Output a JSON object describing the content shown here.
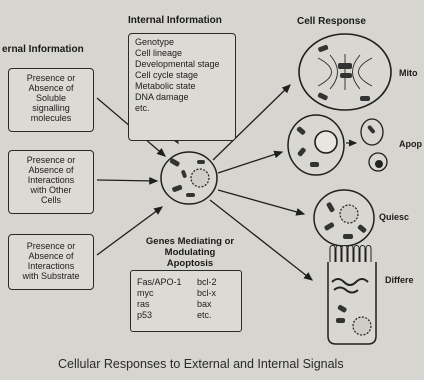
{
  "headings": {
    "external": "ernal Information",
    "internal": "Internal Information",
    "cell_response": "Cell Response",
    "genes": "Genes Mediating or Modulating Apoptosis"
  },
  "external_boxes": [
    [
      "Presence or",
      "Absence of",
      "Soluble",
      "signalling",
      "molecules"
    ],
    [
      "Presence or",
      "Absence of",
      "Interactions",
      "with Other",
      "Cells"
    ],
    [
      "Presence or",
      "Absence of",
      "Interactions",
      "with Substrate"
    ]
  ],
  "internal_items": [
    "Genotype",
    "Cell lineage",
    "Developmental stage",
    "Cell cycle stage",
    "Metabolic state",
    "DNA damage",
    "etc."
  ],
  "genes_left": [
    "Fas/APO-1",
    "myc",
    "ras",
    "p53"
  ],
  "genes_right": [
    "bcl-2",
    "bcl-x",
    "bax",
    "etc."
  ],
  "responses": [
    "Mito",
    "Apop",
    "Quiesc",
    "Differe"
  ],
  "caption": "Cellular Responses to External and Internal Signals"
}
